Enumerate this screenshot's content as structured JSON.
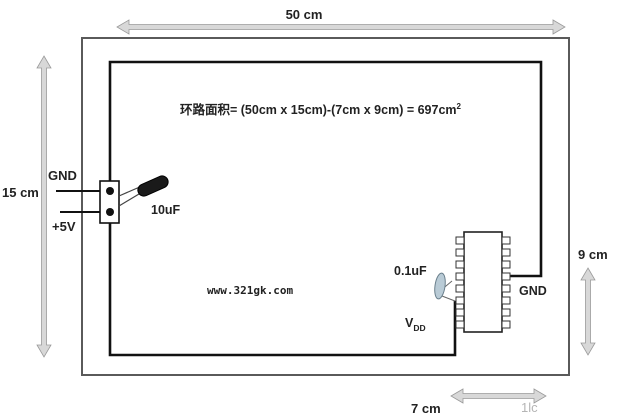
{
  "dimensions": {
    "board_width": "50 cm",
    "board_height": "15 cm",
    "inner_height": "9 cm",
    "inner_width": "7 cm"
  },
  "formula": {
    "text": "环路面积= (50cm x 15cm)-(7cm x 9cm) = 697cm",
    "superscript": "2"
  },
  "connector": {
    "gnd_label": "GND",
    "vcc_label": "+5V"
  },
  "capacitors": {
    "bulk_label": "10uF",
    "bypass_label": "0.1uF"
  },
  "ic": {
    "gnd_label": "GND",
    "vdd_label": "V",
    "vdd_subscript": "DD"
  },
  "watermark": {
    "text": "www.321gk.com"
  },
  "corner_mark": {
    "text": "1lc"
  },
  "colors": {
    "trace": "#111111",
    "board_outline": "#5a5a5a",
    "arrow_fill": "#d8d8d8",
    "bypass_cap": "#b9cbd6"
  }
}
